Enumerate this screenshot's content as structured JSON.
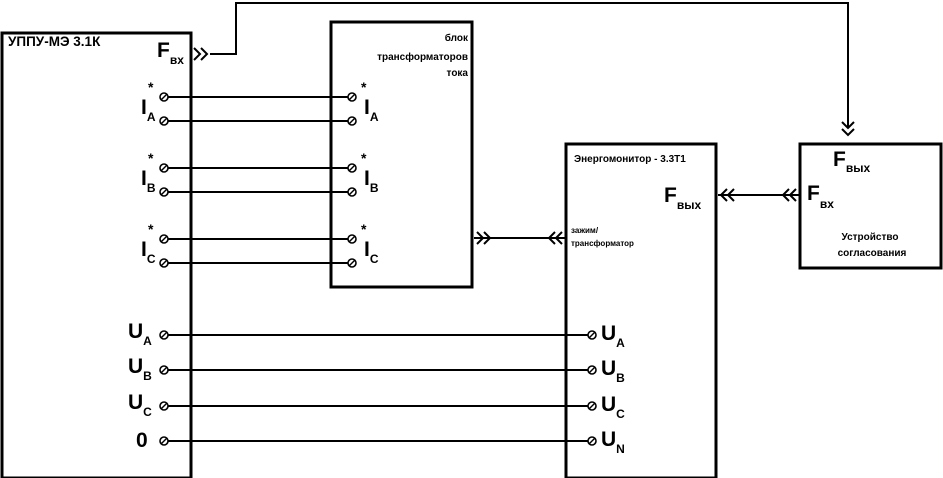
{
  "blocks": {
    "uppu": {
      "title": "УППУ-МЭ 3.1К",
      "f_in": {
        "sym": "F",
        "sub": "вх"
      },
      "currents": [
        {
          "sym": "I",
          "sub": "A"
        },
        {
          "sym": "I",
          "sub": "B"
        },
        {
          "sym": "I",
          "sub": "C"
        }
      ],
      "voltages": [
        {
          "sym": "U",
          "sub": "A"
        },
        {
          "sym": "U",
          "sub": "B"
        },
        {
          "sym": "U",
          "sub": "C"
        },
        {
          "sym": "0",
          "sub": ""
        }
      ]
    },
    "transformer": {
      "title_lines": [
        "блок",
        "трансформаторов",
        "тока"
      ],
      "currents": [
        {
          "sym": "I",
          "sub": "A"
        },
        {
          "sym": "I",
          "sub": "B"
        },
        {
          "sym": "I",
          "sub": "C"
        }
      ]
    },
    "energomonitor": {
      "title": "Энергомонитор - 3.3Т1",
      "input_label_lines": [
        "зажим/",
        "трансформатор"
      ],
      "f_out": {
        "sym": "F",
        "sub": "вых"
      },
      "voltages": [
        {
          "sym": "U",
          "sub": "A"
        },
        {
          "sym": "U",
          "sub": "B"
        },
        {
          "sym": "U",
          "sub": "C"
        },
        {
          "sym": "U",
          "sub": "N"
        }
      ]
    },
    "matching": {
      "title_lines": [
        "Устройство",
        "согласования"
      ],
      "f_out": {
        "sym": "F",
        "sub": "вых"
      },
      "f_in": {
        "sym": "F",
        "sub": "вх"
      }
    }
  },
  "polarity_mark": "*"
}
